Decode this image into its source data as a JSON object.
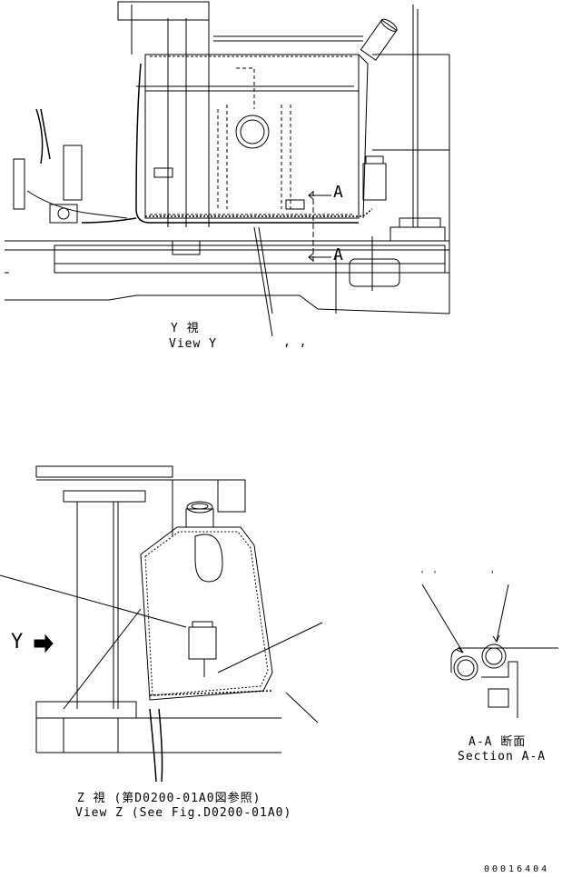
{
  "view_y": {
    "caption_jp": "Y 視",
    "caption_en": "View Y",
    "commas": ", ,",
    "section_mark_top": "A",
    "section_mark_bottom": "A"
  },
  "view_z": {
    "caption_jp": "Z 視 (第D0200-01A0図参照)",
    "caption_en": "View Z (See Fig.D0200-01A0)",
    "arrow_label": "Y"
  },
  "section_aa": {
    "caption_jp": "A-A 断面",
    "caption_en": "Section A-A",
    "tick_marks": "' '        '"
  },
  "drawing_number": "00016404"
}
